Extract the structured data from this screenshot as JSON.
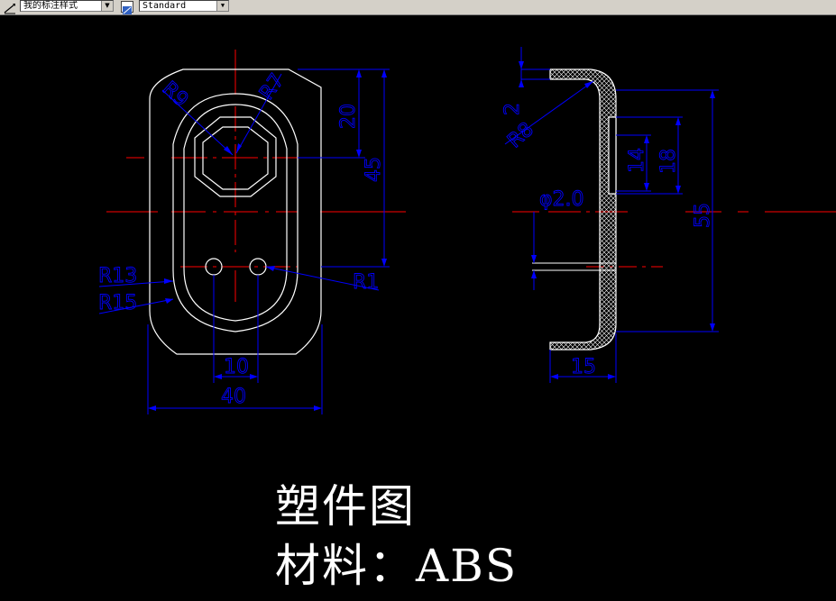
{
  "toolbar": {
    "dimstyle_value": "我的标注样式",
    "textstyle_value": "Standard",
    "dimstyle_icon": "dimension-style-icon",
    "textstyle_icon": "text-style-icon"
  },
  "drawing": {
    "front_view": {
      "dims": {
        "r9": "R9",
        "r7": "R7",
        "d20": "20",
        "d45": "45",
        "r13": "R13",
        "r15": "R15",
        "r1": "R1",
        "d10": "10",
        "d40": "40"
      }
    },
    "side_view": {
      "dims": {
        "d2": "2",
        "r8": "R8",
        "d14": "14",
        "d18": "18",
        "phi2": "φ2.0",
        "d55": "55",
        "d15": "15"
      }
    },
    "title": "塑件图",
    "material": "材料：ABS"
  },
  "colors": {
    "background": "#000000",
    "geometry": "#ffffff",
    "centerline": "#ff0000",
    "dimension": "#0000ff",
    "hatch": "#ffffff"
  }
}
